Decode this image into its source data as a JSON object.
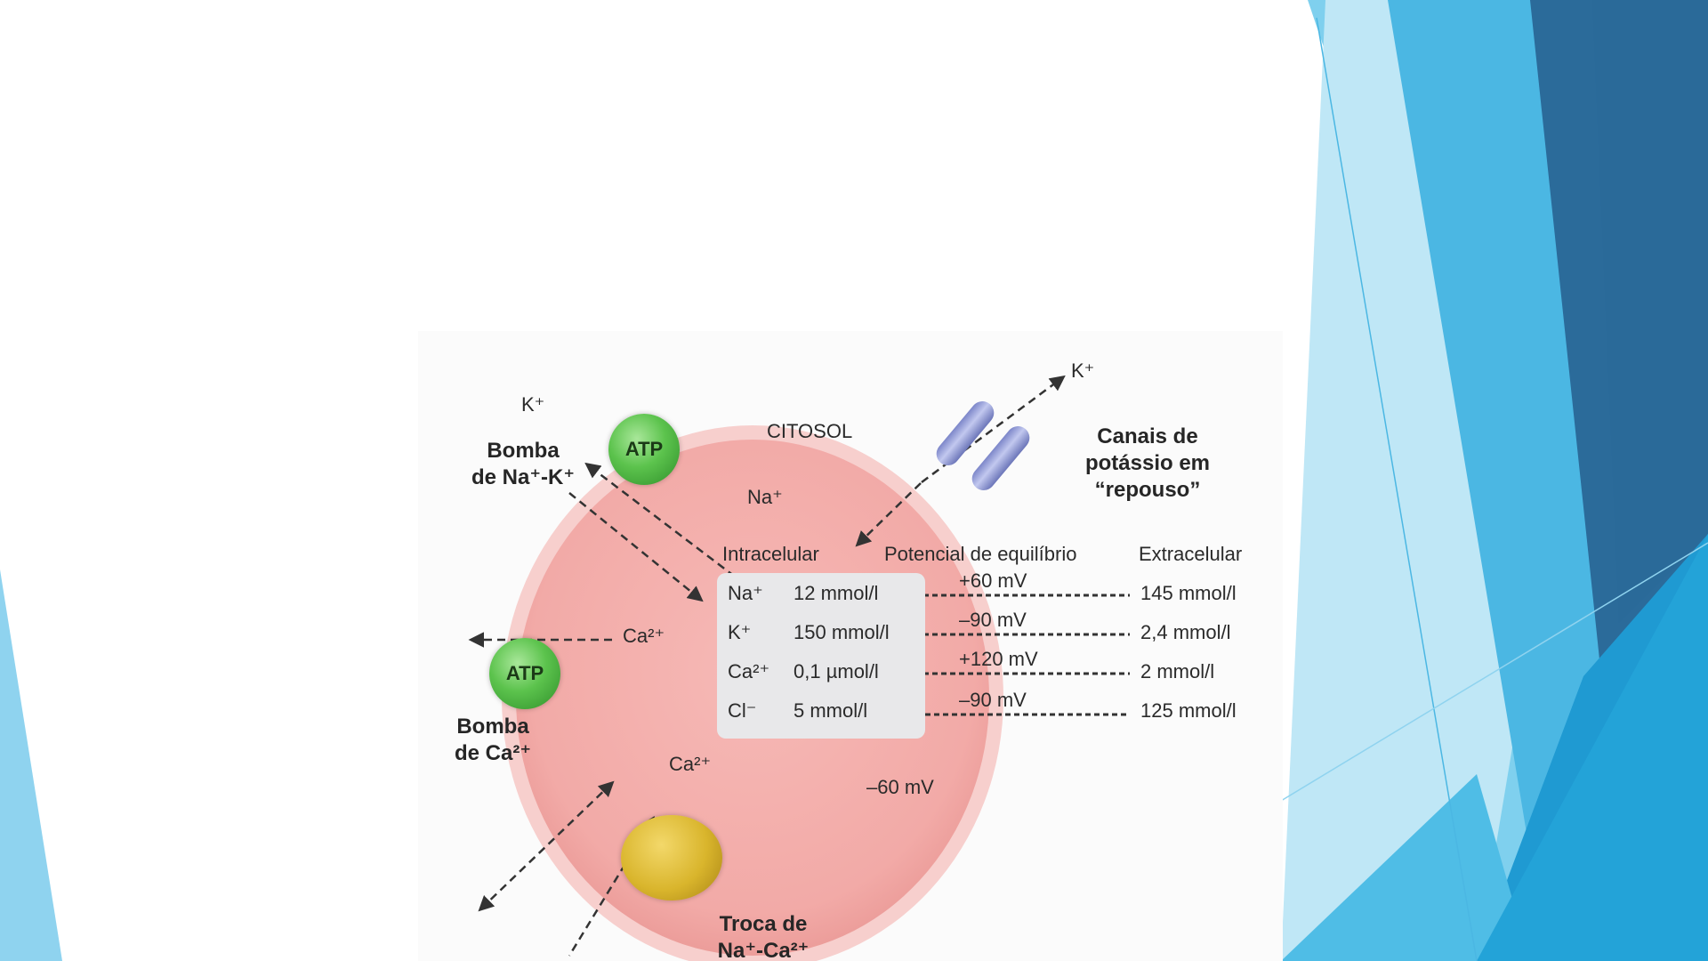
{
  "slide": {
    "colors": {
      "background": "#ffffff",
      "accent_light": "#8fd3ef",
      "accent_mid": "#4bb7e3",
      "accent_dark": "#2b6b9a",
      "cell_fill": "#f4b3b0",
      "ion_box": "#e8e8ea"
    }
  },
  "diagram": {
    "cytosol_label": "CITOSOL",
    "membrane_potential": "–60 mV",
    "na_k_pump": {
      "label_line1": "Bomba",
      "label_line2": "de Na⁺-K⁺",
      "atp": "ATP",
      "k_label": "K⁺",
      "na_label": "Na⁺"
    },
    "k_channels": {
      "label_line1": "Canais de",
      "label_line2": "potássio em",
      "label_line3": "“repouso”",
      "k_label": "K⁺"
    },
    "ca_pump": {
      "label_line1": "Bomba",
      "label_line2": "de Ca²⁺",
      "atp": "ATP",
      "ca_label": "Ca²⁺"
    },
    "na_ca_exchange": {
      "label_line1": "Troca de",
      "label_line2": "Na⁺-Ca²⁺",
      "ca_label": "Ca²⁺"
    },
    "table": {
      "headers": [
        "Intracelular",
        "Potencial de equilíbrio",
        "Extracelular"
      ],
      "rows": [
        {
          "ion": "Na⁺",
          "intra": "12 mmol/l",
          "potential": "+60 mV",
          "extra": "145 mmol/l"
        },
        {
          "ion": "K⁺",
          "intra": "150 mmol/l",
          "potential": "–90 mV",
          "extra": "2,4 mmol/l"
        },
        {
          "ion": "Ca²⁺",
          "intra": "0,1 µmol/l",
          "potential": "+120 mV",
          "extra": "2 mmol/l"
        },
        {
          "ion": "Cl⁻",
          "intra": "5 mmol/l",
          "potential": "–90 mV",
          "extra": "125 mmol/l"
        }
      ]
    }
  }
}
